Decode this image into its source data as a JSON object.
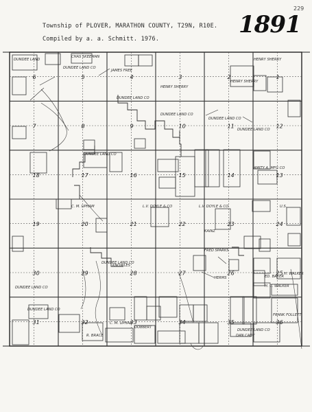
{
  "header": {
    "title": "Township of PLOVER, MARATHON COUNTY, T29N, R10E.",
    "subtitle": "Compiled by a. a. Schmitt. 1976.",
    "year": "1891",
    "page_number": "229"
  },
  "sections": [
    "1",
    "2",
    "3",
    "4",
    "5",
    "6",
    "7",
    "8",
    "9",
    "10",
    "11",
    "12",
    "13",
    "14",
    "15",
    "16",
    "17",
    "18",
    "19",
    "20",
    "21",
    "22",
    "23",
    "24",
    "25",
    "26",
    "27",
    "28",
    "29",
    "30",
    "31",
    "32",
    "33",
    "34",
    "35",
    "36"
  ],
  "owners": [
    "DUNDEE LAND",
    "HENRY SHERRY",
    "DUNDEE LAND CO",
    "JAMES FREE",
    "CHAS SKEEMAN",
    "HENRY SHERRY",
    "DUNDEE LAND CO",
    "DUNDEE LAND CO",
    "DUNDEE LAND CO",
    "HENRY SHERRY",
    "DUNDEE LAND CO",
    "DUNDEE LAND CO",
    "L.V. DOYLE & CO",
    "AMITY A. MFG CO",
    "L.V. DOYLE & CO",
    "C. M. UPHAM",
    "U.S.",
    "HERMS",
    "DUNDEE LAND CO",
    "H. C. WALKER",
    "R. BRACE",
    "DOBBERT",
    "C. M. UPHAM",
    "DUNDEE LAND CO",
    "FRANK FOLLETT",
    "DAN CADY",
    "ED. BAKER",
    "KAINZ",
    "FRED SPARKS",
    "DUNDEE LAND CO",
    "KNOWLES",
    "DUNDEE LAND CO",
    "H. WALKER"
  ]
}
